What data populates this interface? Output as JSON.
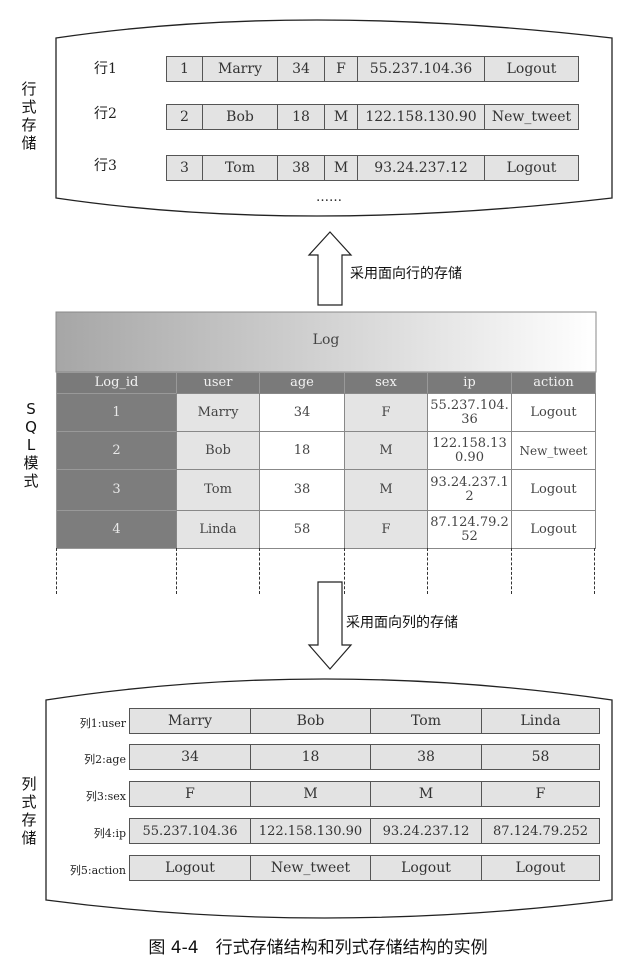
{
  "row_store": {
    "label": "行式存储",
    "rows": [
      {
        "label": "行1",
        "cells": [
          "1",
          "Marry",
          "34",
          "F",
          "55.237.104.36",
          "Logout"
        ]
      },
      {
        "label": "行2",
        "cells": [
          "2",
          "Bob",
          "18",
          "M",
          "122.158.130.90",
          "New_tweet"
        ]
      },
      {
        "label": "行3",
        "cells": [
          "3",
          "Tom",
          "38",
          "M",
          "93.24.237.12",
          "Logout"
        ]
      }
    ],
    "ellipsis": "……"
  },
  "arrow_row": {
    "label": "采用面向行的存储"
  },
  "sql": {
    "label": "SQL模式",
    "table_title": "Log",
    "headers": [
      "Log_id",
      "user",
      "age",
      "sex",
      "ip",
      "action"
    ],
    "rows": [
      [
        "1",
        "Marry",
        "34",
        "F",
        "55.237.104.36",
        "Logout"
      ],
      [
        "2",
        "Bob",
        "18",
        "M",
        "122.158.130.90",
        "New_tweet"
      ],
      [
        "3",
        "Tom",
        "38",
        "M",
        "93.24.237.12",
        "Logout"
      ],
      [
        "4",
        "Linda",
        "58",
        "F",
        "87.124.79.252",
        "Logout"
      ]
    ]
  },
  "arrow_col": {
    "label": "采用面向列的存储"
  },
  "col_store": {
    "label": "列式存储",
    "columns": [
      {
        "label": "列1:user",
        "cells": [
          "Marry",
          "Bob",
          "Tom",
          "Linda"
        ]
      },
      {
        "label": "列2:age",
        "cells": [
          "34",
          "18",
          "38",
          "58"
        ]
      },
      {
        "label": "列3:sex",
        "cells": [
          "F",
          "M",
          "M",
          "F"
        ]
      },
      {
        "label": "列4:ip",
        "cells": [
          "55.237.104.36",
          "122.158.130.90",
          "93.24.237.12",
          "87.124.79.252"
        ]
      },
      {
        "label": "列5:action",
        "cells": [
          "Logout",
          "New_tweet",
          "Logout",
          "Logout"
        ]
      }
    ]
  },
  "caption": "图 4-4　行式存储结构和列式存储结构的实例"
}
